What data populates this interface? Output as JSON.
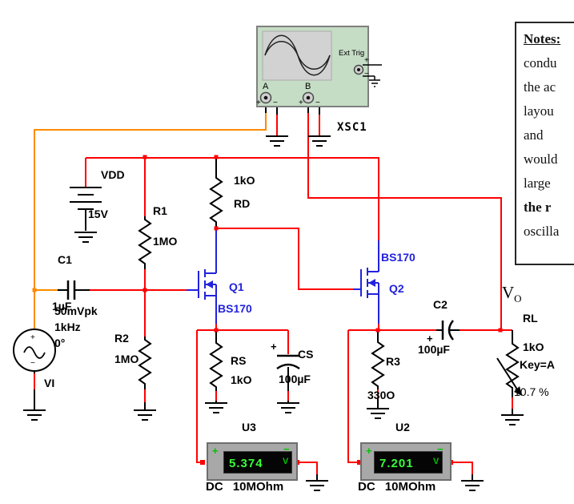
{
  "scope": {
    "ref": "XSC1",
    "channel_a": "A",
    "channel_b": "B",
    "ext_trig": "Ext Trig"
  },
  "glyphs": {
    "plus": "+",
    "minus": "−"
  },
  "notes": {
    "lines": [
      "Notes:",
      "condu",
      "the ac",
      "layou",
      "and",
      "would",
      "large",
      "the r",
      "oscilla"
    ]
  },
  "components": {
    "vdd": {
      "ref": "VDD",
      "value": "15V"
    },
    "r1": {
      "ref": "R1",
      "value": "1MO"
    },
    "r2": {
      "ref": "R2",
      "value": "1MO"
    },
    "rd": {
      "ref": "RD",
      "value": "1kO"
    },
    "rs": {
      "ref": "RS",
      "value": "1kO"
    },
    "r3": {
      "ref": "R3",
      "value": "330O"
    },
    "rl": {
      "ref": "RL",
      "value": "1kO",
      "key": "Key=A",
      "percent": "10.7 %"
    },
    "c1": {
      "ref": "C1",
      "value": "1µF"
    },
    "c2": {
      "ref": "C2",
      "value": "100µF"
    },
    "cs": {
      "ref": "CS",
      "value": "100µF"
    },
    "q1": {
      "ref": "Q1",
      "model": "BS170"
    },
    "q2": {
      "ref": "Q2",
      "model": "BS170"
    },
    "vi": {
      "ref": "VI",
      "amplitude": "50mVpk",
      "frequency": "1kHz",
      "phase": "0°"
    },
    "vo": {
      "symbol": "V",
      "subscript": "O"
    }
  },
  "meters": {
    "u3": {
      "ref": "U3",
      "reading": "5.374",
      "unit": "V",
      "mode": "DC 10MOhm"
    },
    "u2": {
      "ref": "U2",
      "reading": "7.201",
      "unit": "V",
      "mode": "DC 10MOhm"
    }
  },
  "colors": {
    "wire": "#ff0000",
    "input_wire": "#ff8a00",
    "semiconductor": "#2222dd",
    "scope_body": "#c5dcc5",
    "meter_reading": "#39ff39"
  }
}
